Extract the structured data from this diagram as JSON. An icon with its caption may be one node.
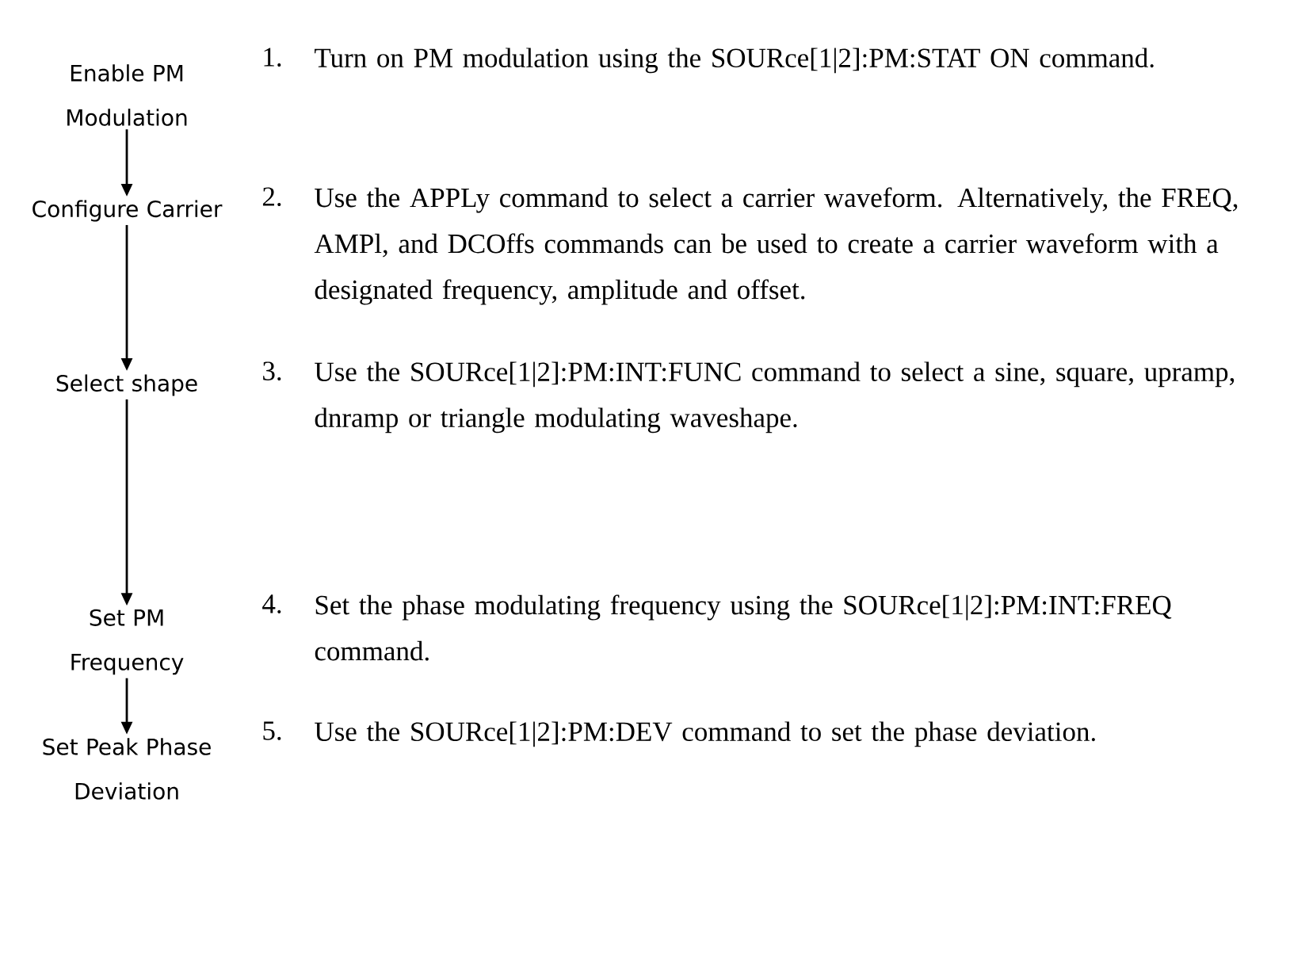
{
  "diagram": {
    "nodes": [
      {
        "text": [
          "Enable PM Modulation"
        ]
      },
      {
        "text": [
          "Configure Carrier"
        ]
      },
      {
        "text": [
          "Select shape"
        ]
      },
      {
        "text": [
          "Set PM Frequency"
        ]
      },
      {
        "text": [
          "Set Peak Phase Deviation"
        ]
      }
    ],
    "edges": [
      {
        "from": 0,
        "to": 1,
        "arrow": "to"
      },
      {
        "from": 1,
        "to": 2,
        "arrow": "to"
      },
      {
        "from": 2,
        "to": 3,
        "arrow": "to"
      },
      {
        "from": 3,
        "to": 4,
        "arrow": "to"
      }
    ],
    "labels": [
      "1.",
      "Turn on PM modulation using the SOURce[1|2]:PM:STAT ON command.",
      "2.",
      "Use the APPLy command to select a carrier waveform. Alternatively, the FREQ, AMPl, and DCOffs commands can be used to create a carrier waveform with a designated frequency, amplitude and offset.",
      "3.",
      "Use the SOURce[1|2]:PM:INT:FUNC command to select a sine, square, upramp, dnramp or triangle modulating waveshape.",
      "4.",
      "Set the phase modulating frequency using the SOURce[1|2]:PM:INT:FREQ command.",
      "5.",
      "Use the SOURce[1|2]:PM:DEV command to set the phase deviation."
    ]
  }
}
